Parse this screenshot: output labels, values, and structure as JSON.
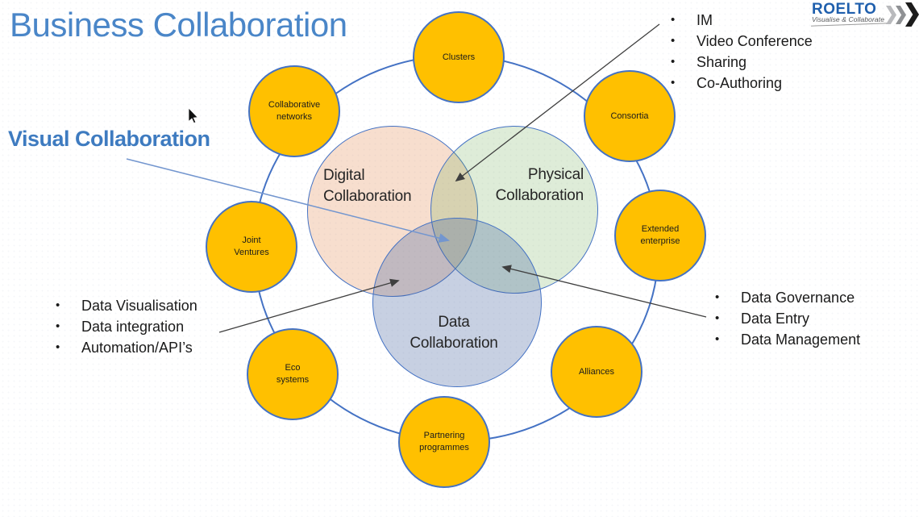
{
  "slide": {
    "title": "Business Collaboration",
    "subtitle": "Visual Collaboration"
  },
  "logo": {
    "name": "ROELTO",
    "tagline": "Visualise & Collaborate",
    "chevrons_icon": "triple-chevron-right"
  },
  "venn": {
    "digital": {
      "label": "Digital\nCollaboration"
    },
    "physical": {
      "label": "Physical\nCollaboration"
    },
    "data": {
      "label": "Data\nCollaboration"
    }
  },
  "ring_nodes": [
    {
      "label": "Clusters"
    },
    {
      "label": "Consortia"
    },
    {
      "label": "Extended\nenterprise"
    },
    {
      "label": "Alliances"
    },
    {
      "label": "Partnering\nprogrammes"
    },
    {
      "label": "Eco\nsystems"
    },
    {
      "label": "Joint\nVentures"
    },
    {
      "label": "Collaborative\nnetworks"
    }
  ],
  "callouts": {
    "digital_physical": [
      "IM",
      "Video Conference",
      "Sharing",
      "Co-Authoring"
    ],
    "digital_data": [
      "Data Visualisation",
      "Data integration",
      "Automation/API’s"
    ],
    "physical_data": [
      "Data Governance",
      "Data Entry",
      "Data Management"
    ]
  },
  "ui": {
    "bullet": "•"
  },
  "colors": {
    "title_blue": "#4A86C8",
    "subtitle_blue": "#3E7BC0",
    "node_fill": "#FFC000",
    "node_stroke": "#4472C4",
    "ring_stroke": "#4472C4",
    "digital_fill": "#F7DECE",
    "physical_fill": "#DEECD8",
    "data_fill": "#C4D0E5",
    "logo_blue": "#1F5FAD",
    "arrow_black": "#3f3f3f",
    "arrow_blue": "#7396CF"
  }
}
